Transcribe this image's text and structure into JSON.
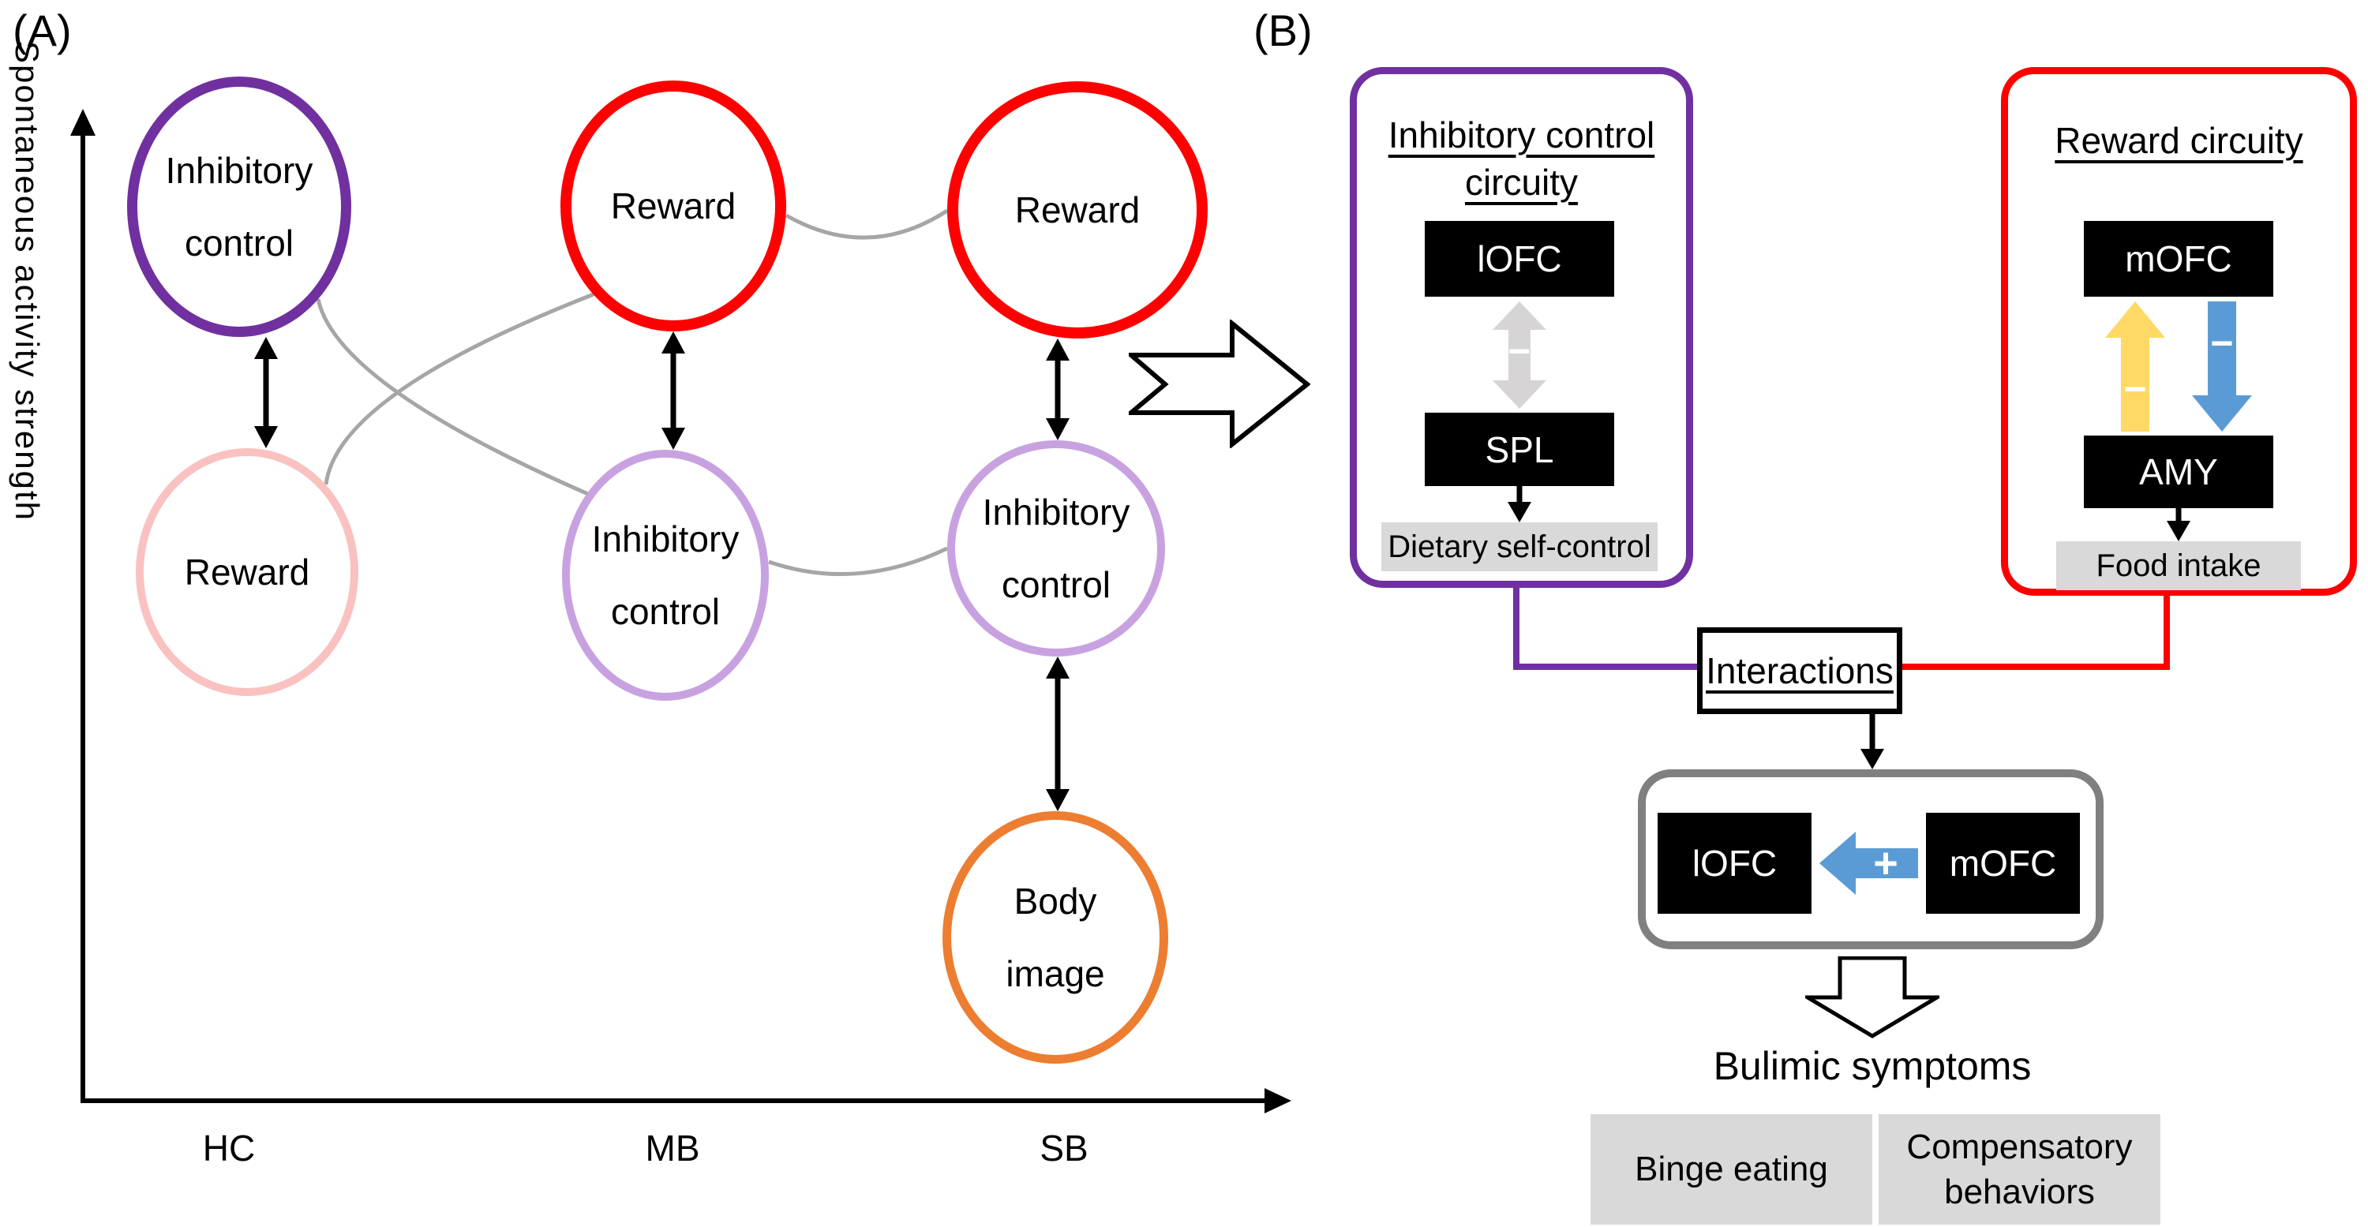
{
  "colors": {
    "purple": "#7030A0",
    "light_purple": "#C8A2E0",
    "red": "#FE0000",
    "pink": "#F9C2C0",
    "orange": "#ED7D31",
    "gray_curve": "#A6A6A6",
    "gray_arrow": "#D6D4D4",
    "yellow_arrow": "#FFD966",
    "blue_arrow": "#5B9BD5",
    "gray_fill": "#D9D9D9",
    "gray_border": "#808080",
    "black": "#000000"
  },
  "panel_a": {
    "label": "(A)",
    "y_axis_label": "Spontaneous activity strength",
    "x_ticks": [
      "HC",
      "MB",
      "SB"
    ],
    "circles": [
      {
        "lines": [
          "Inhibitory",
          "control"
        ],
        "border": "#7030A0"
      },
      {
        "lines": [
          "Reward"
        ],
        "border": "#F9C2C0"
      },
      {
        "lines": [
          "Reward"
        ],
        "border": "#FE0000"
      },
      {
        "lines": [
          "Inhibitory",
          "control"
        ],
        "border": "#C8A2E0"
      },
      {
        "lines": [
          "Reward"
        ],
        "border": "#FE0000"
      },
      {
        "lines": [
          "Inhibitory",
          "control"
        ],
        "border": "#C8A2E0"
      },
      {
        "lines": [
          "Body",
          "image"
        ],
        "border": "#ED7D31"
      }
    ]
  },
  "panel_b": {
    "label": "(B)",
    "inhibitory_circuit": {
      "title_line1": "Inhibitory control",
      "title_line2": "circuity",
      "region_top": "lOFC",
      "region_bottom": "SPL",
      "arrow_sign": "−",
      "outcome": "Dietary self-control"
    },
    "reward_circuit": {
      "title": "Reward circuity",
      "region_top": "mOFC",
      "region_bottom": "AMY",
      "up_arrow_sign": "−",
      "down_arrow_sign": "−",
      "outcome": "Food intake"
    },
    "interactions_label": "Interactions",
    "interaction_detail": {
      "left_region": "lOFC",
      "right_region": "mOFC",
      "arrow_sign": "+"
    },
    "symptoms_title": "Bulimic symptoms",
    "symptom_left": "Binge eating",
    "symptom_right": "Compensatory behaviors"
  }
}
